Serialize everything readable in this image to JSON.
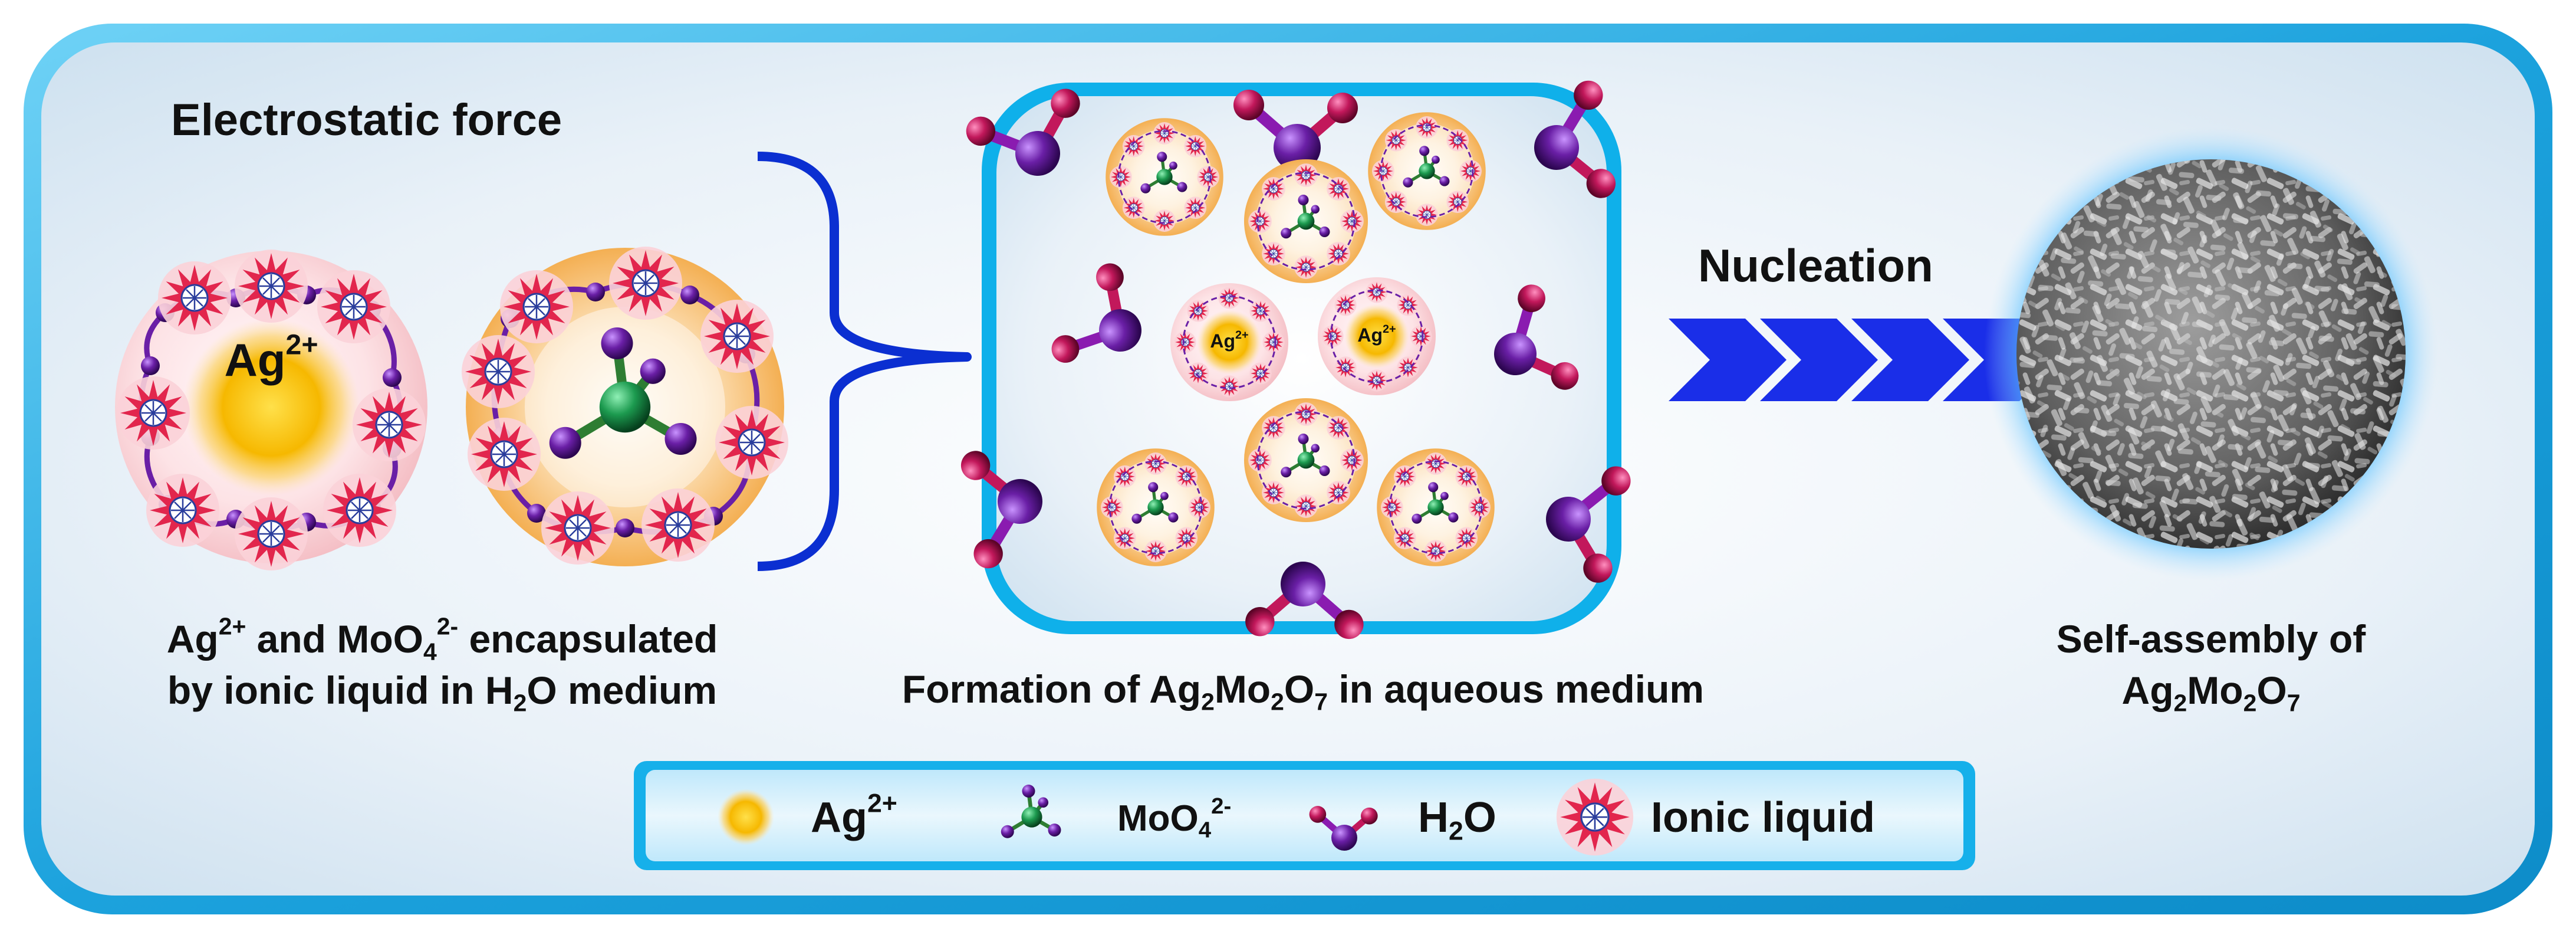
{
  "labels": {
    "electrostatic_force": "Electrostatic force",
    "nucleation": "Nucleation",
    "ion_ag": {
      "base": "Ag",
      "sup": "2+"
    },
    "ion_ag_small": {
      "base": "Ag",
      "sup": "2+"
    },
    "caption_left": {
      "line1": {
        "p1": "Ag",
        "p1_sup": "2+",
        "p2": " and MoO",
        "p2_sub": "4",
        "p2_sup": "2-",
        "p3": " encapsulated"
      },
      "line2": {
        "p1": "by ionic liquid in H",
        "p1_sub": "2",
        "p2": "O medium"
      }
    },
    "caption_center": {
      "p1": "Formation of Ag",
      "s1": "2",
      "p2": "Mo",
      "s2": "2",
      "p3": "O",
      "s3": "7",
      "p4": " in aqueous medium"
    },
    "caption_right": {
      "line1": "Self-assembly of",
      "line2": {
        "p1": "Ag",
        "s1": "2",
        "p2": "Mo",
        "s2": "2",
        "p3": "O",
        "s3": "7"
      }
    }
  },
  "legend": {
    "ag": {
      "base": "Ag",
      "sup": "2+"
    },
    "moo4": {
      "base": "MoO",
      "sub": "4",
      "sup": "2-"
    },
    "h2o": {
      "p1": "H",
      "sub": "2",
      "p2": "O"
    },
    "ionic_liquid": "Ionic liquid"
  },
  "colors": {
    "frame_blue": "#27a9e1",
    "bracket_blue": "#0b2fd1",
    "chevron_blue": "#1a2ee8",
    "ag_gold": "#f6b800",
    "mo_green": "#1c9a4f",
    "o_purple": "#6a1fa6",
    "h_magenta": "#c2185b",
    "flower_red": "#e2264d"
  }
}
